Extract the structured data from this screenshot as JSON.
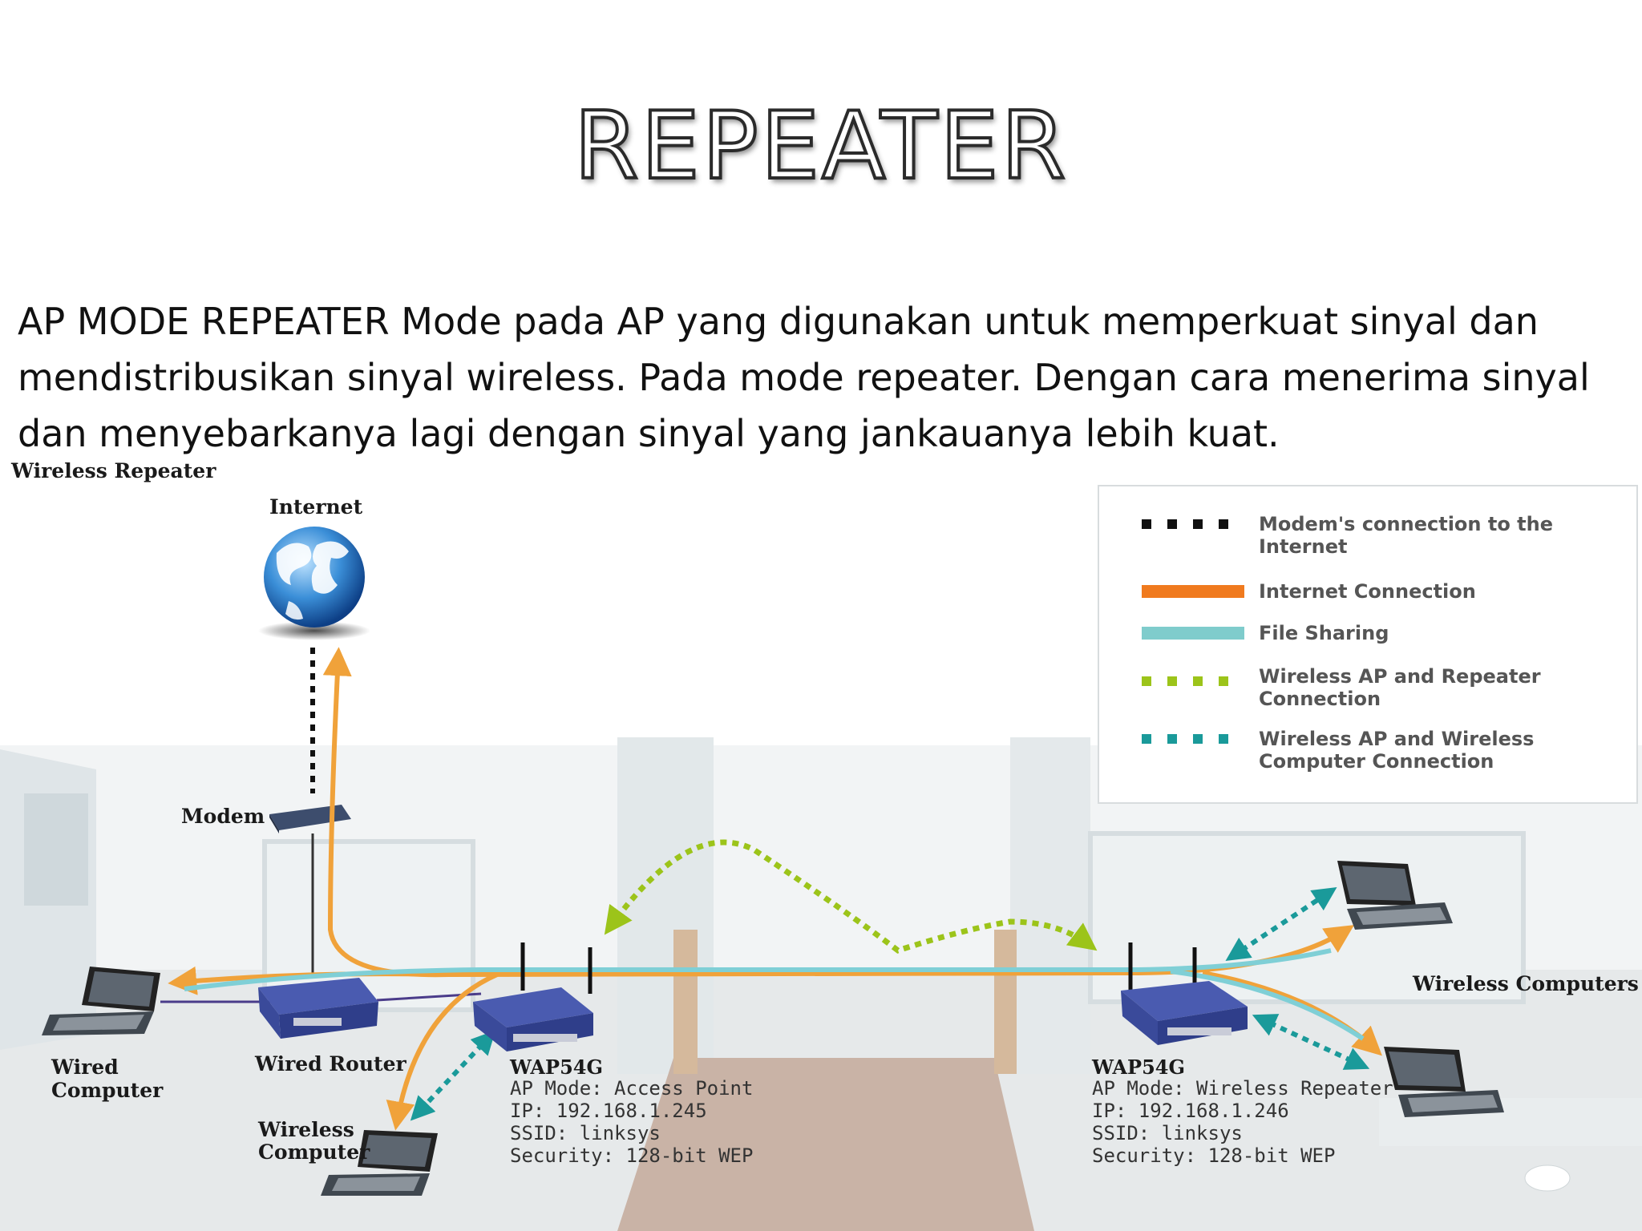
{
  "slide": {
    "title": "REPEATER",
    "body_lines": [
      "AP MODE REPEATER Mode pada AP yang digunakan untuk memperkuat sinyal dan",
      "mendistribusikan sinyal wireless. Pada mode repeater. Dengan cara menerima sinyal",
      "dan menyebarkanya lagi dengan sinyal yang jankauanya lebih kuat."
    ]
  },
  "diagram": {
    "heading": "Wireless Repeater",
    "labels": {
      "internet": "Internet",
      "modem": "Modem",
      "wired_router": "Wired Router",
      "wired_computer": [
        "Wired",
        "Computer"
      ],
      "wireless_computer": [
        "Wireless",
        "Computer"
      ],
      "wireless_computers": "Wireless Computers"
    },
    "access_point": {
      "name": "WAP54G",
      "mode": "AP Mode: Access Point",
      "ip": "IP: 192.168.1.245",
      "ssid": "SSID: linksys",
      "security": "Security: 128-bit WEP"
    },
    "repeater": {
      "name": "WAP54G",
      "mode": "AP Mode: Wireless Repeater",
      "ip": "IP: 192.168.1.246",
      "ssid": "SSID: linksys",
      "security": "Security: 128-bit WEP"
    },
    "legend": [
      {
        "text": [
          "Modem's connection to the",
          "Internet"
        ],
        "color": "#111111",
        "style": "dotted"
      },
      {
        "text": [
          "Internet Connection"
        ],
        "color": "#f07a1e",
        "style": "solid"
      },
      {
        "text": [
          "File Sharing"
        ],
        "color": "#7fcccc",
        "style": "solid"
      },
      {
        "text": [
          "Wireless AP and Repeater",
          "Connection"
        ],
        "color": "#9cc41a",
        "style": "dotted"
      },
      {
        "text": [
          "Wireless AP and Wireless",
          "Computer Connection"
        ],
        "color": "#1a9a9a",
        "style": "dotted"
      }
    ],
    "colors": {
      "internet": "#f0a23a",
      "file_sharing": "#7fcfd6",
      "ap_repeater": "#9cc41a",
      "ap_wireless": "#1a9a9a",
      "router_blue": "#4a5bb0"
    }
  }
}
